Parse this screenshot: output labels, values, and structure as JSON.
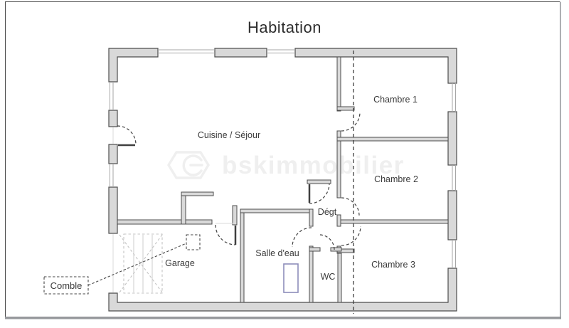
{
  "title": "Habitation",
  "watermark": {
    "text": "bskimmobilier",
    "logo": "house-logo"
  },
  "rooms": [
    {
      "id": "cuisine-sejour",
      "label": "Cuisine / Séjour"
    },
    {
      "id": "chambre-1",
      "label": "Chambre 1"
    },
    {
      "id": "chambre-2",
      "label": "Chambre 2"
    },
    {
      "id": "chambre-3",
      "label": "Chambre 3"
    },
    {
      "id": "degagement",
      "label": "Dégt"
    },
    {
      "id": "salle-d-eau",
      "label": "Salle d'eau"
    },
    {
      "id": "wc",
      "label": "WC"
    },
    {
      "id": "garage",
      "label": "Garage"
    },
    {
      "id": "comble",
      "label": "Comble"
    }
  ],
  "colors": {
    "wall_fill": "#d9d9d9",
    "wall_line": "#4d4d4d",
    "door_line": "#3f3f3f",
    "stair_line": "#c4c4c4",
    "shower_outline": "#8d8dbb",
    "watermark": "#efefef",
    "title_text": "#2d2d2d",
    "label_text": "#3a3a3a",
    "frame_dark": "#4a4a4a",
    "frame_shadow": "#97999c"
  }
}
